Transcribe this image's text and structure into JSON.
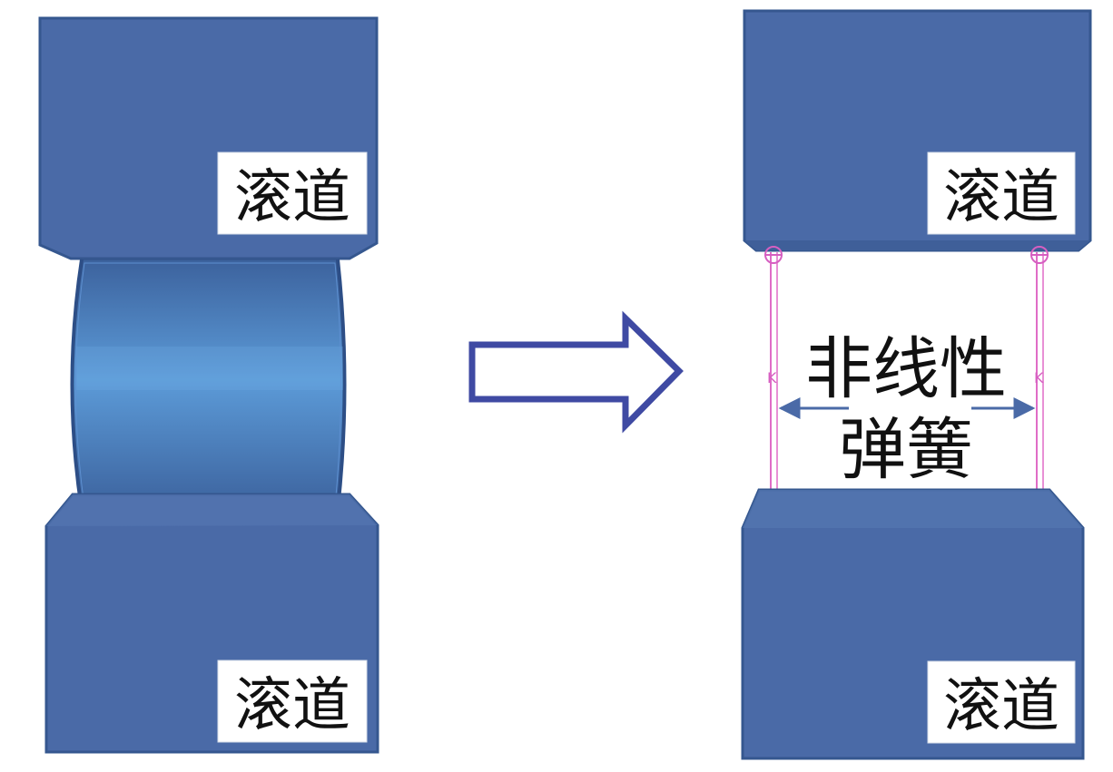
{
  "labels": {
    "raceway": "滚道",
    "spring_line1": "非线性",
    "spring_line2": "弹簧",
    "spring_symbol": "K"
  },
  "colors": {
    "block": "#4a6aa7",
    "block_edge": "#2f4f89",
    "roller_dark": "#3a5f9a",
    "roller_light": "#5b97d1",
    "spring": "#e06cc7",
    "arrow": "#3f4aa3",
    "small_arrow": "#4a6aa7",
    "text": "#111111",
    "label_bg": "#ffffff"
  },
  "icons": {
    "transform_arrow": "hollow-right-arrow",
    "spring_markers": "circle-marker"
  }
}
